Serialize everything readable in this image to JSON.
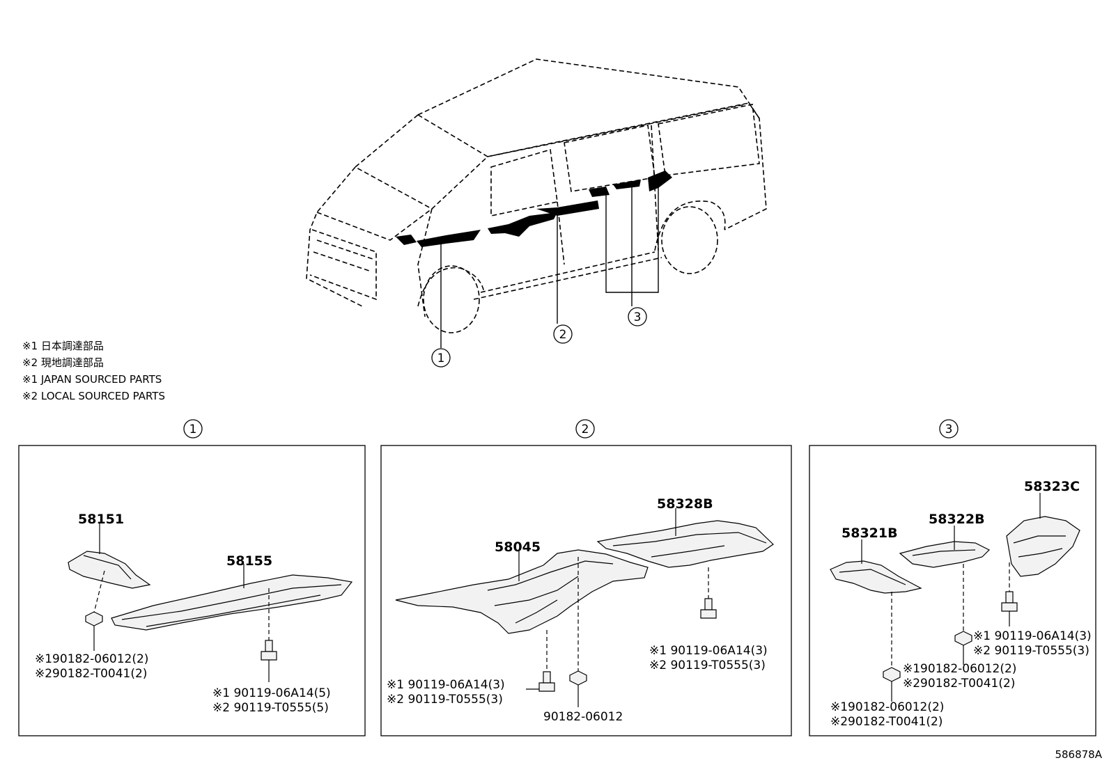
{
  "notes": [
    "※1 日本調達部品",
    "※2 現地調達部品",
    "※1 JAPAN SOURCED PARTS",
    "※2 LOCAL SOURCED PARTS"
  ],
  "callouts": {
    "c1": "1",
    "c2": "2",
    "c3": "3"
  },
  "panel1": {
    "part_58151": "58151",
    "part_58155": "58155",
    "nut_line1": "※190182-06012(2)",
    "nut_line2": "※290182-T0041(2)",
    "bolt_line1": "※1 90119-06A14(5)",
    "bolt_line2": "※2 90119-T0555(5)"
  },
  "panel2": {
    "part_58045": "58045",
    "part_58328B": "58328B",
    "bolt_a_line1": "※1 90119-06A14(3)",
    "bolt_a_line2": "※2 90119-T0555(3)",
    "nut": "90182-06012",
    "bolt_b_line1": "※1 90119-06A14(3)",
    "bolt_b_line2": "※2 90119-T0555(3)"
  },
  "panel3": {
    "part_58321B": "58321B",
    "part_58322B": "58322B",
    "part_58323C": "58323C",
    "bolt_line1": "※1 90119-06A14(3)",
    "bolt_line2": "※2 90119-T0555(3)",
    "nut_a_line1": "※190182-06012(2)",
    "nut_a_line2": "※290182-T0041(2)",
    "nut_b_line1": "※190182-06012(2)",
    "nut_b_line2": "※290182-T0041(2)"
  },
  "figure_ref": "586878A"
}
